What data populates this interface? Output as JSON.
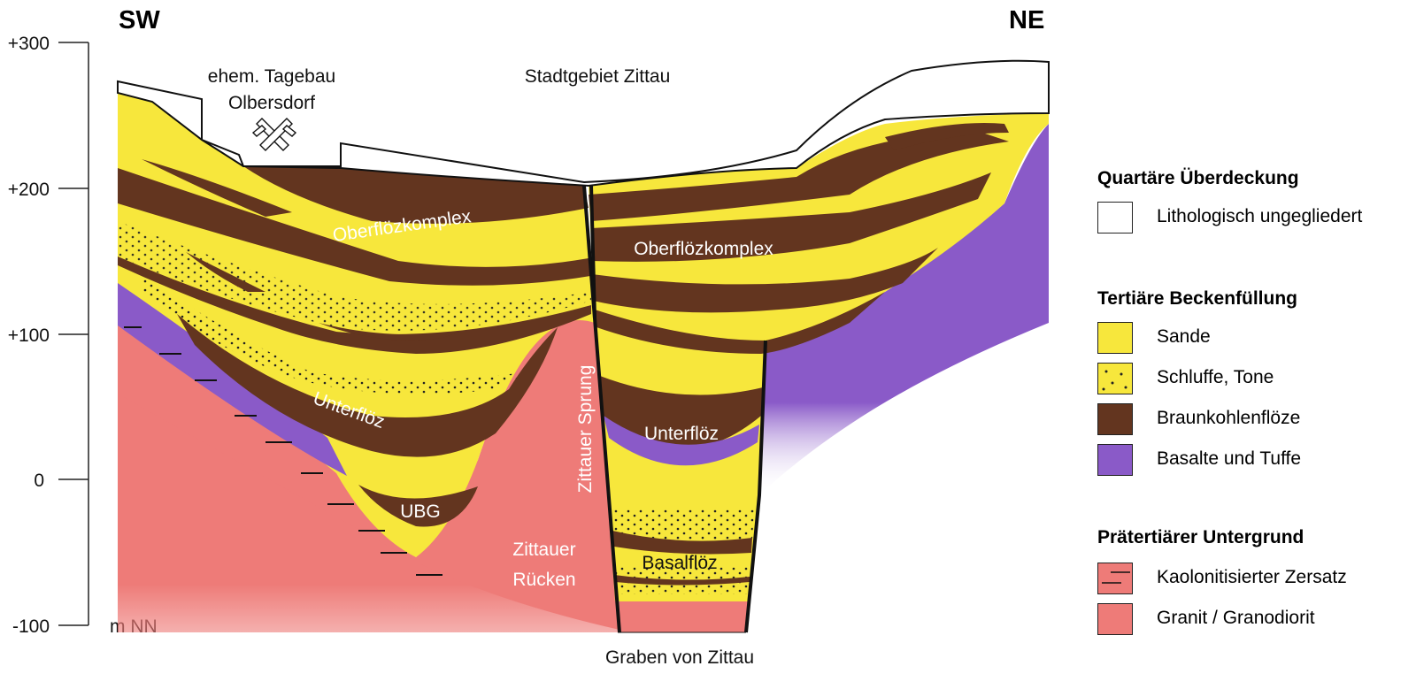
{
  "axis": {
    "ticks": [
      "+300",
      "+200",
      "+100",
      "0",
      "-100"
    ],
    "unit": "m NN"
  },
  "directions": {
    "left": "SW",
    "right": "NE"
  },
  "labels": {
    "mine": "ehem. Tagebau\nOlbersdorf",
    "city": "Stadtgebiet Zittau",
    "oberfloez_left": "Oberflözkomplex",
    "oberfloez_right": "Oberflözkomplex",
    "unterfloez_left": "Unterflöz",
    "unterfloez_right": "Unterflöz",
    "ubg": "UBG",
    "ruecken": "Zittauer\nRücken",
    "sprung": "Zittauer Sprung",
    "basalfloez": "Basalflöz",
    "graben": "Graben von Zittau"
  },
  "legend": {
    "sections": [
      {
        "title": "Quartäre Überdeckung",
        "items": [
          {
            "label": "Lithologisch ungegliedert",
            "pattern": "white"
          }
        ]
      },
      {
        "title": "Tertiäre Beckenfüllung",
        "items": [
          {
            "label": "Sande",
            "pattern": "sand"
          },
          {
            "label": "Schluffe, Tone",
            "pattern": "silt"
          },
          {
            "label": "Braunkohlenflöze",
            "pattern": "coal"
          },
          {
            "label": "Basalte und Tuffe",
            "pattern": "basalt"
          }
        ]
      },
      {
        "title": "Prätertiärer Untergrund",
        "items": [
          {
            "label": "Kaolonitisierter Zersatz",
            "pattern": "kaolin"
          },
          {
            "label": "Granit / Granodiorit",
            "pattern": "granite"
          }
        ]
      }
    ]
  },
  "colors": {
    "sand": "#f7e73c",
    "coal": "#63351f",
    "basalt": "#8a5ac8",
    "granite": "#ee7b78",
    "quaternary": "#ffffff",
    "kaolin_red": "#8b2a25"
  }
}
